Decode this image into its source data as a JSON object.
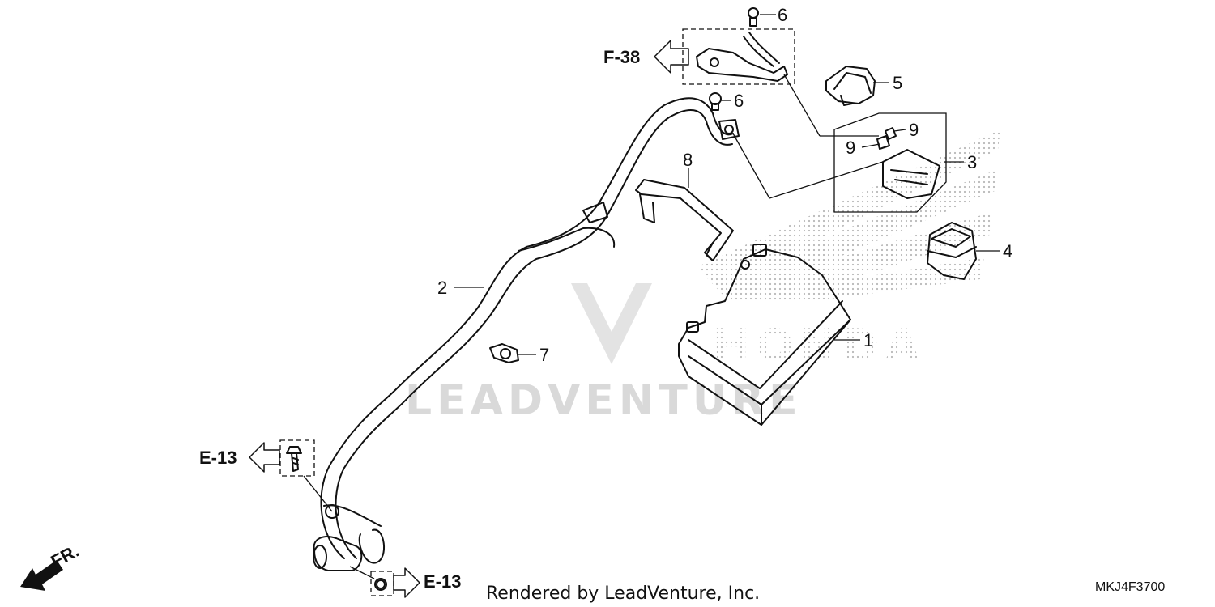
{
  "diagram": {
    "callouts": {
      "p1": "1",
      "p2": "2",
      "p3": "3",
      "p4": "4",
      "p5": "5",
      "p6a": "6",
      "p6b": "6",
      "p7": "7",
      "p8": "8",
      "p9a": "9",
      "p9b": "9"
    },
    "references": {
      "f38": "F-38",
      "e13_left": "E-13",
      "e13_bottom": "E-13"
    },
    "front_indicator": "FR.",
    "watermark": "LEADVENTURE",
    "brand_watermark": "HONDA",
    "footer_text": "Rendered by LeadVenture, Inc.",
    "diagram_code": "MKJ4F3700"
  }
}
